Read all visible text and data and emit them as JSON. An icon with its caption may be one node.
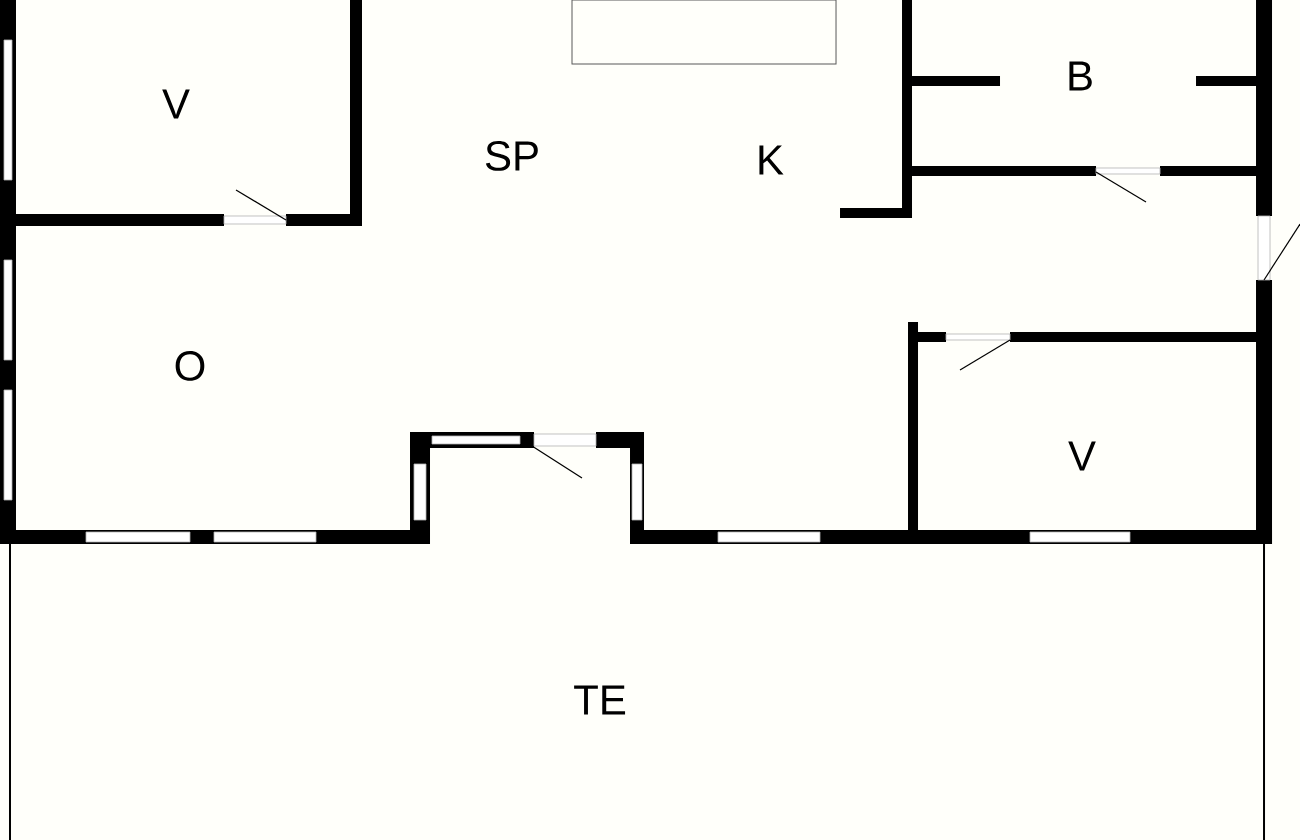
{
  "diagram": {
    "labels": [
      "V",
      "SP",
      "K",
      "B",
      "O",
      "V",
      "TE"
    ]
  }
}
